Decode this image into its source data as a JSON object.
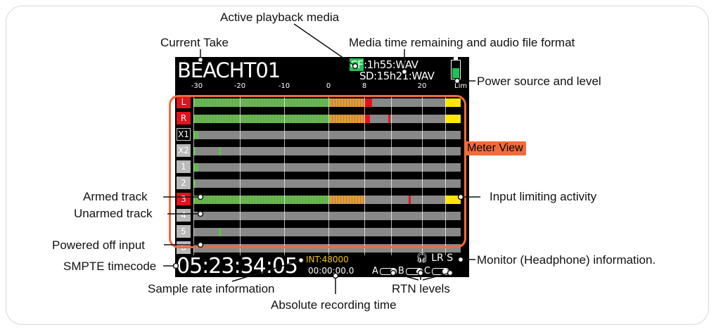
{
  "screen": {
    "take": "BEACHT01",
    "media1_badge": "CF",
    "media1_rest": ":1h55:WAV",
    "media2": "SD:15h21:WAV",
    "scale": [
      "-30",
      "-20",
      "-10",
      "0",
      "8",
      "20"
    ],
    "limit_label": "Lim",
    "tracks": [
      {
        "label": "L",
        "style": "red",
        "green": 0.51,
        "orange": 0.13,
        "red": 0.02,
        "peak": 0.66,
        "limit": true
      },
      {
        "label": "R",
        "style": "red",
        "green": 0.51,
        "orange": 0.13,
        "red": 0.02,
        "peak": 0.73,
        "limit": true
      },
      {
        "label": "X1",
        "style": "outline",
        "green": 0.02,
        "orange": 0,
        "red": 0,
        "peak": null,
        "limit": false
      },
      {
        "label": "X2",
        "style": "gray",
        "green": 0.01,
        "orange": 0,
        "red": 0,
        "peak": 0.095,
        "limit": false
      },
      {
        "label": "1",
        "style": "gray",
        "green": 0.02,
        "orange": 0,
        "red": 0,
        "peak": null,
        "limit": false
      },
      {
        "label": "2",
        "style": "gray",
        "green": 0.01,
        "orange": 0,
        "red": 0,
        "peak": null,
        "limit": false
      },
      {
        "label": "3",
        "style": "red",
        "green": 0.51,
        "orange": 0.13,
        "red": 0,
        "peak": 0.805,
        "limit": true
      },
      {
        "label": "4",
        "style": "gray",
        "green": 0,
        "orange": 0,
        "red": 0,
        "peak": null,
        "limit": false
      },
      {
        "label": "5",
        "style": "gray",
        "green": 0,
        "orange": 0,
        "red": 0,
        "peak": 0.095,
        "limit": false
      },
      {
        "label": "6",
        "style": "gray",
        "green": 0,
        "orange": 0,
        "red": 0,
        "peak": null,
        "limit": false
      }
    ],
    "timecode": "05:23:34:05",
    "sample_rate": "INT:48000",
    "abs_time": "00:00:00.0",
    "monitor": "LR S",
    "monitor_icon": "headphone-icon",
    "rtn_a": "A",
    "rtn_b": "B",
    "rtn_c": "C"
  },
  "annotations": {
    "active_playback_media": "Active playback media",
    "current_take": "Current Take",
    "media_time_remaining": "Media time remaining and audio file format",
    "power_source": "Power source and level",
    "meter_view": "Meter View",
    "armed_track": "Armed track",
    "input_limiting": "Input limiting activity",
    "unarmed_track": "Unarmed track",
    "powered_off_input": "Powered off input",
    "smpte_timecode": "SMPTE timecode",
    "monitor_info": "Monitor (Headphone) information.",
    "sample_rate_info": "Sample rate information",
    "rtn_levels": "RTN levels",
    "absolute_recording_time": "Absolute recording time"
  },
  "colors": {
    "accent": "#f26b3a",
    "meter_green": "#5cc23d",
    "meter_orange": "#f29a1f",
    "meter_red": "#e2121e",
    "limit_yellow": "#ffe600",
    "cf_badge": "#22c155"
  }
}
